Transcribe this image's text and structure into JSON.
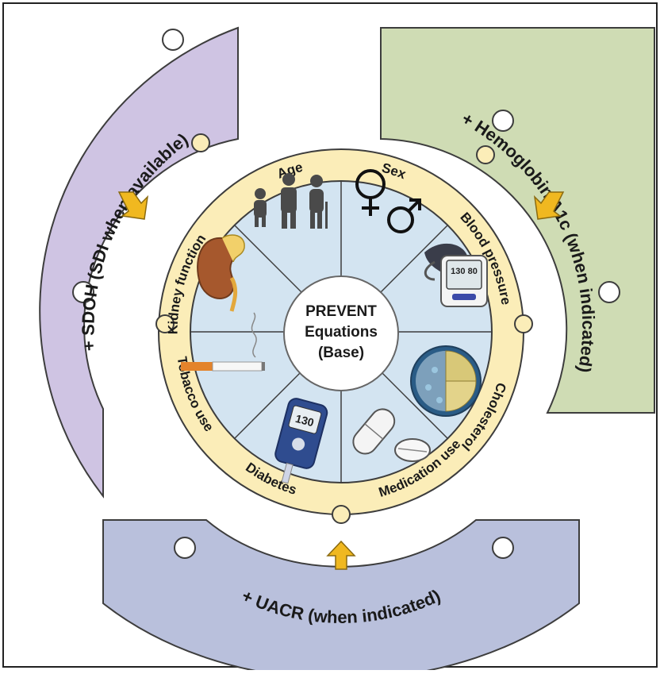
{
  "center": {
    "line1": "PREVENT",
    "line2": "Equations",
    "line3": "(Base)"
  },
  "factors": {
    "age": "Age",
    "sex": "Sex",
    "blood_pressure": "Blood pressure",
    "cholesterol": "Cholesterol",
    "medication_use": "Medication use",
    "diabetes": "Diabetes",
    "tobacco_use": "Tobacco use",
    "kidney_function": "Kidney function"
  },
  "addons": {
    "sdoh": "+ SDOH (SDI when available)",
    "hba1c": "+ Hemoglobin A1c (when indicated)",
    "uacr": "+ UACR (when indicated)"
  },
  "glucometer_reading": "130",
  "bp_monitor_reading": "130 80",
  "colors": {
    "sdoh_band": "#cfc4e3",
    "hba1c_band": "#cfdcb4",
    "uacr_band": "#b9c0dc",
    "factor_ring": "#fbedb8",
    "wedge_fill": "#d3e4f1",
    "arrow": "#f0b820"
  },
  "icons": [
    "family-icon",
    "gender-symbols-icon",
    "blood-pressure-monitor-icon",
    "lipoprotein-icon",
    "pills-icon",
    "glucometer-icon",
    "cigarette-icon",
    "kidney-icon",
    "arrow-icon"
  ]
}
